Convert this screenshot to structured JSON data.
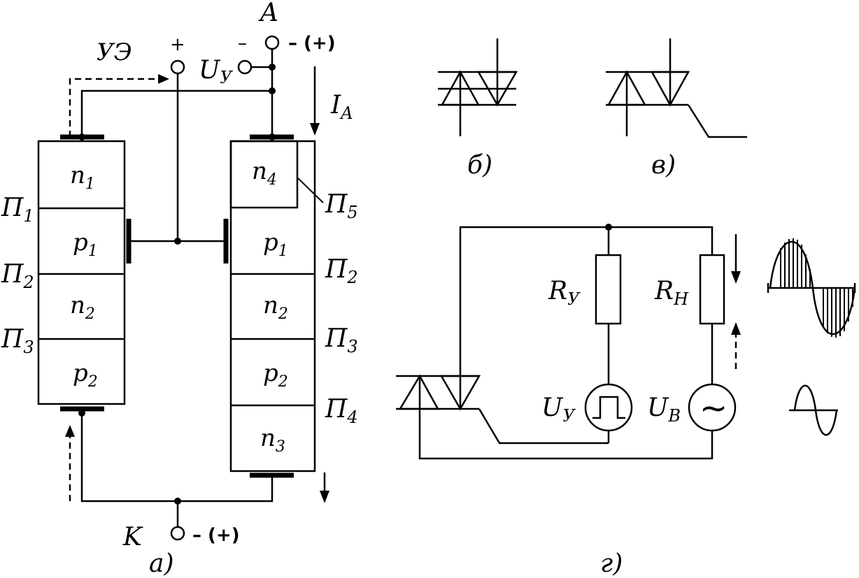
{
  "colors": {
    "ink": "#000000",
    "background": "#ffffff"
  },
  "panel_a": {
    "caption": "а)",
    "anode_label": "A",
    "anode_polarity_left": "–",
    "anode_polarity_right": "– (+)",
    "cathode_label": "K",
    "cathode_polarity": "– (+)",
    "control_electrode_label": "УЭ",
    "control_plus": "+",
    "control_voltage_label": "U",
    "control_voltage_sub": "У",
    "current_label": "I",
    "current_sub": "A",
    "left_structure": {
      "layers": [
        {
          "main": "n",
          "sub": "1"
        },
        {
          "main": "p",
          "sub": "1"
        },
        {
          "main": "n",
          "sub": "2"
        },
        {
          "main": "p",
          "sub": "2"
        }
      ],
      "junctions": [
        {
          "main": "П",
          "sub": "1"
        },
        {
          "main": "П",
          "sub": "2"
        },
        {
          "main": "П",
          "sub": "3"
        }
      ]
    },
    "right_structure": {
      "layers": [
        {
          "main": "n",
          "sub": "4"
        },
        {
          "main": "p",
          "sub": "1"
        },
        {
          "main": "n",
          "sub": "2"
        },
        {
          "main": "p",
          "sub": "2"
        },
        {
          "main": "n",
          "sub": "3"
        }
      ],
      "junctions": [
        {
          "main": "П",
          "sub": "5"
        },
        {
          "main": "П",
          "sub": "2"
        },
        {
          "main": "П",
          "sub": "3"
        },
        {
          "main": "П",
          "sub": "4"
        }
      ]
    }
  },
  "panel_b": {
    "caption": "б)"
  },
  "panel_c": {
    "caption": "в)"
  },
  "panel_d": {
    "caption": "г)",
    "control_resistor": {
      "main": "R",
      "sub": "У"
    },
    "load_resistor": {
      "main": "R",
      "sub": "Н"
    },
    "pulse_source": {
      "main": "U",
      "sub": "У"
    },
    "ac_source": {
      "main": "U",
      "sub": "В"
    },
    "ac_symbol": "~"
  },
  "icons": {
    "symmetric_thyristor": "triac-symbol-icon",
    "pulse_source": "pulse-source-icon",
    "ac_source": "ac-source-icon",
    "load_current_waveform": "sine-waveform-shaded-icon",
    "supply_waveform": "sine-waveform-icon"
  }
}
